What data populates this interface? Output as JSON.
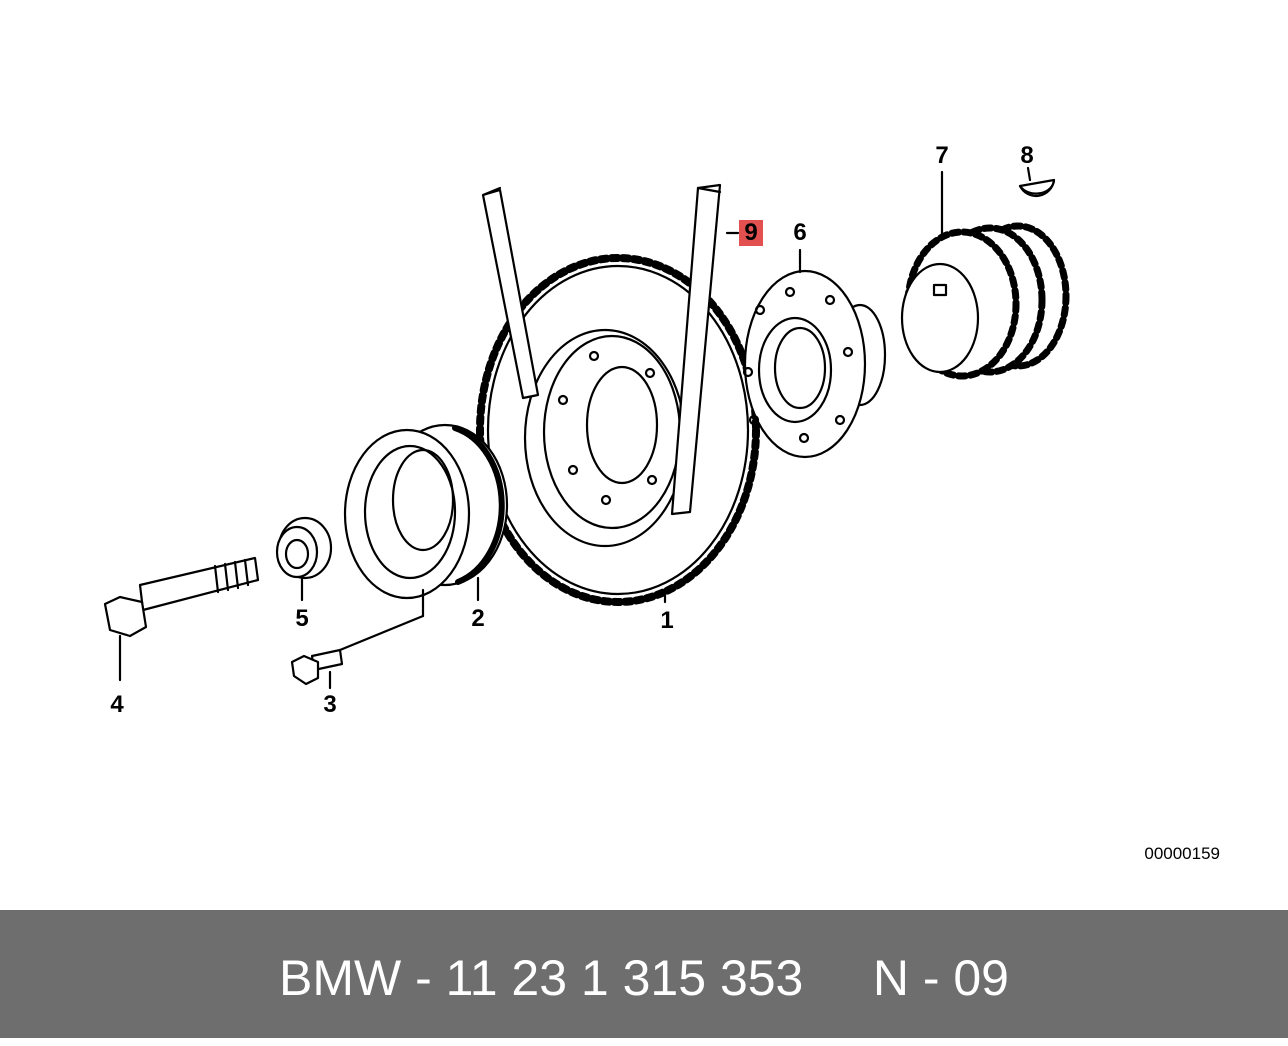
{
  "callouts": {
    "c1": "1",
    "c2": "2",
    "c3": "3",
    "c4": "4",
    "c5": "5",
    "c6": "6",
    "c7": "7",
    "c8": "8",
    "c9": "9"
  },
  "diagram_id": "00000159",
  "footer": {
    "text": "BMW - 11 23 1 315 353     N - 09"
  },
  "colors": {
    "footer_bg": "#6e6e6e",
    "highlight": "#e35050"
  }
}
